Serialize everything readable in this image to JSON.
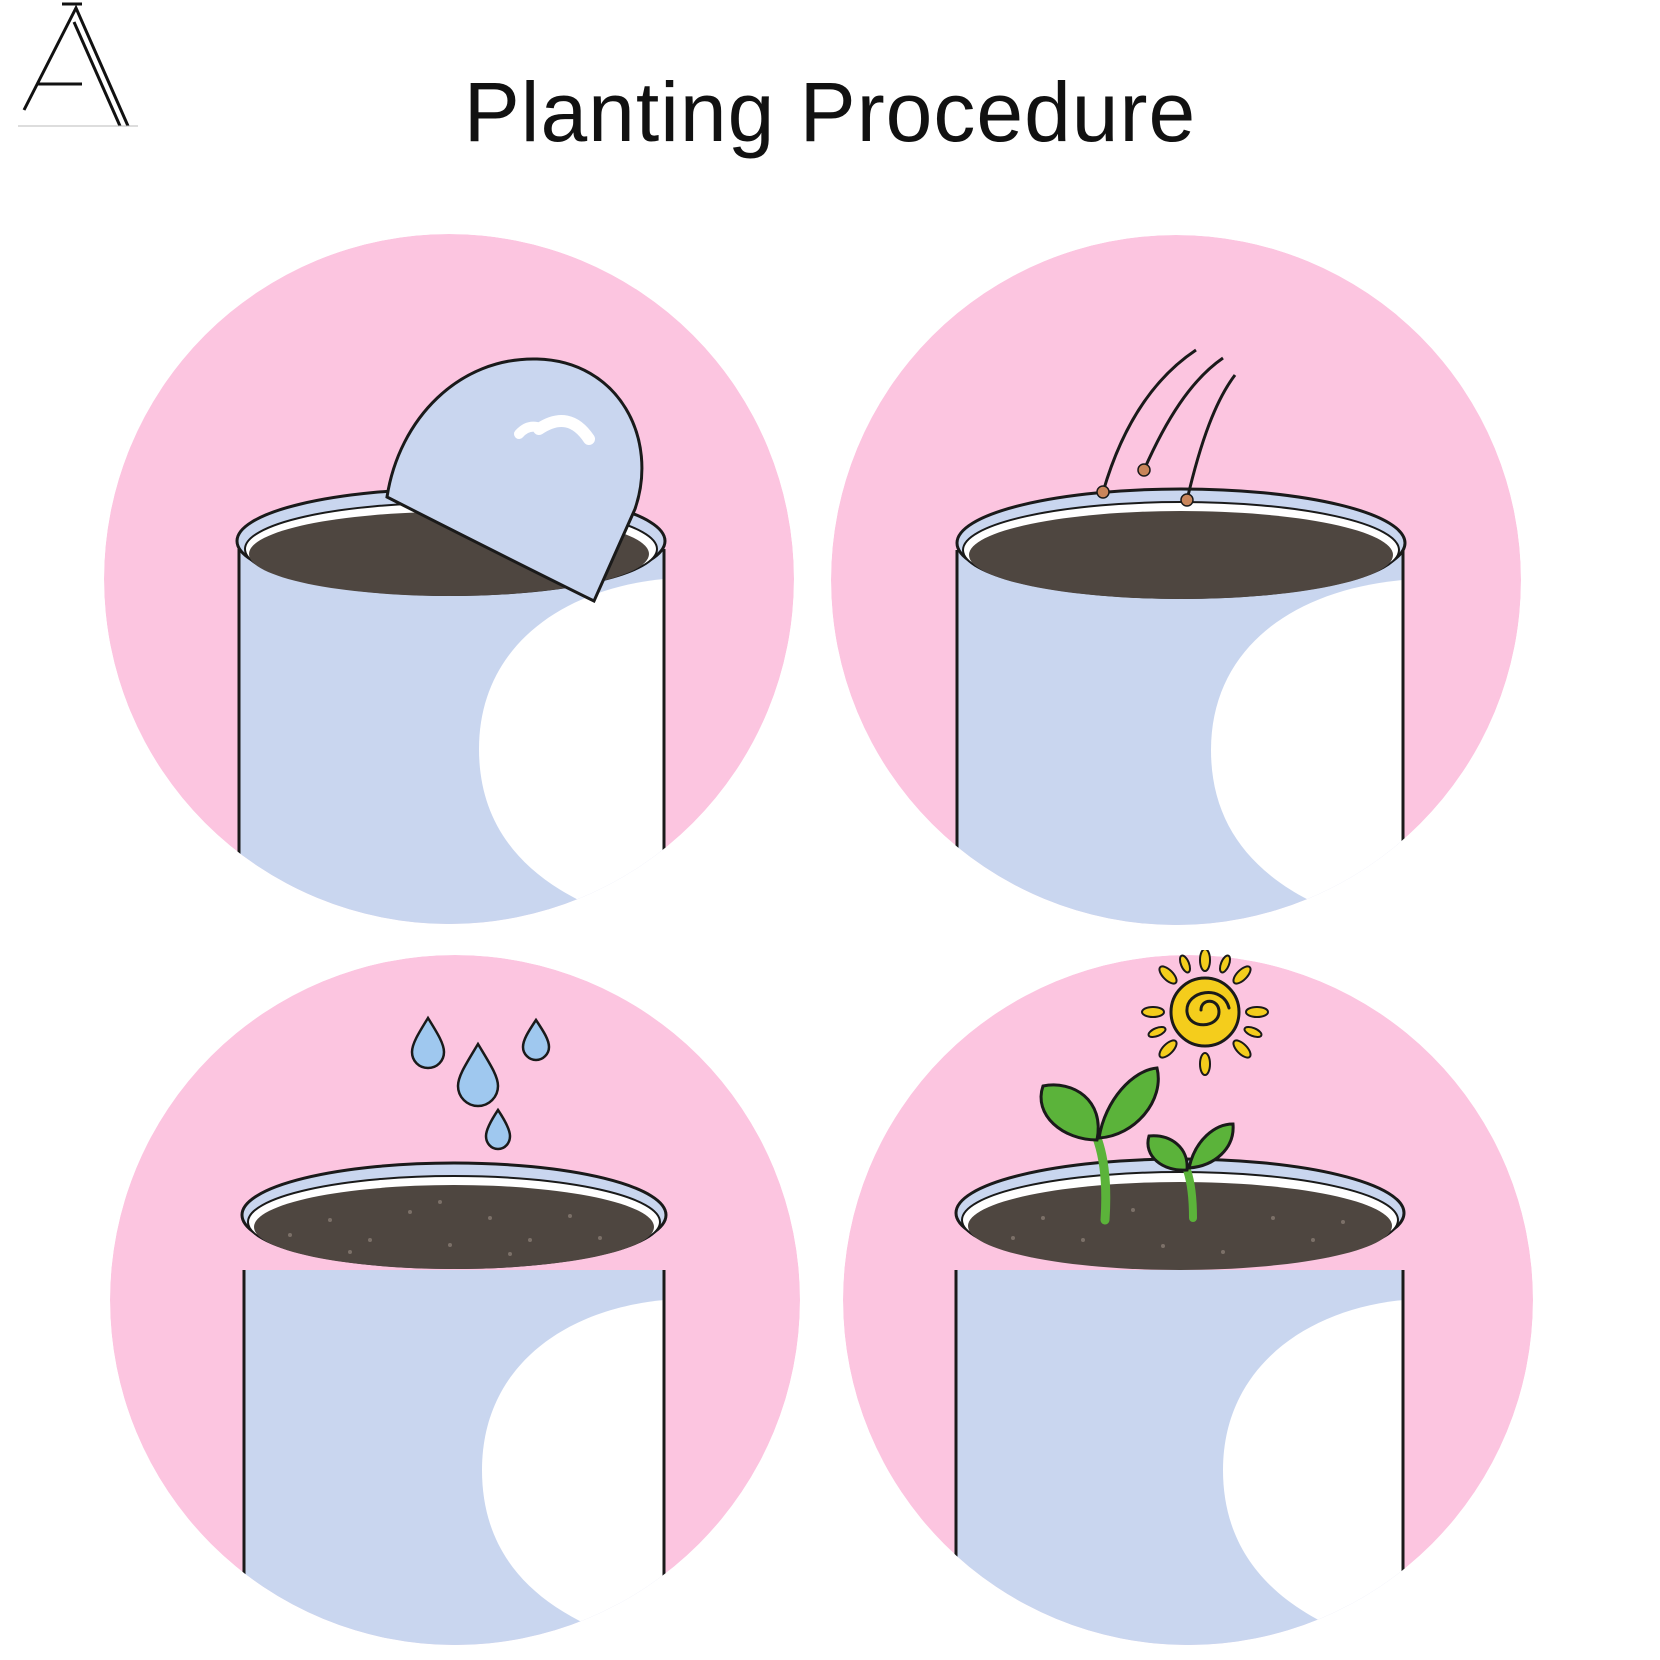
{
  "header": {
    "title": "Planting Procedure"
  },
  "logo": {
    "icon": "a-monogram-logo-icon"
  },
  "colors": {
    "background": "#ffffff",
    "circle_pink": "#fcc5e0",
    "pot_blue": "#c9d6ef",
    "pot_white": "#ffffff",
    "soil": "#4e4640",
    "outline": "#1a1a1a",
    "water_drop": "#9fc8ef",
    "sprout_green": "#5bb33a",
    "sun_yellow": "#f4cd1c"
  },
  "steps": [
    {
      "id": "step-1",
      "icon": "insert-soil-disc-icon"
    },
    {
      "id": "step-2",
      "icon": "sow-seeds-icon"
    },
    {
      "id": "step-3",
      "icon": "water-drops-icon"
    },
    {
      "id": "step-4",
      "icon": "sprout-and-sun-icon"
    }
  ]
}
